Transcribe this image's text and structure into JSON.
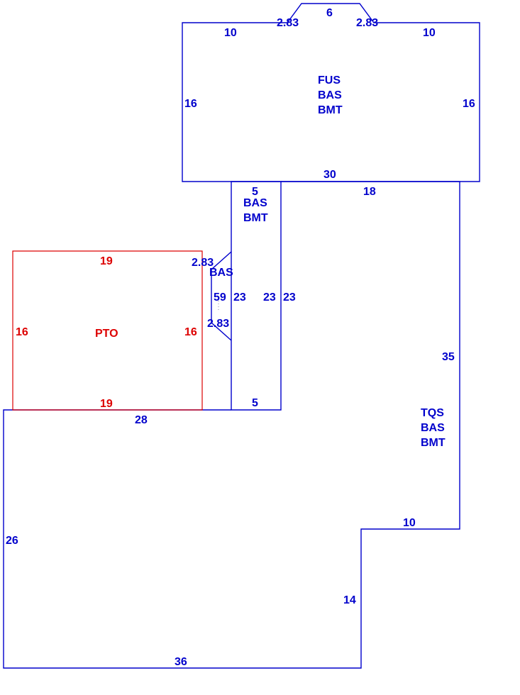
{
  "colors": {
    "structure": "#0000cc",
    "patio": "#dd0000",
    "background": "#ffffff"
  },
  "areas": {
    "upper": {
      "codes": [
        "FUS",
        "BAS",
        "BMT"
      ]
    },
    "connector": {
      "codes": [
        "BAS",
        "BMT"
      ]
    },
    "bay": {
      "codes": [
        "BAS"
      ]
    },
    "main": {
      "codes": [
        "TQS",
        "BAS",
        "BMT"
      ]
    },
    "patio": {
      "codes": [
        "PTO"
      ]
    }
  },
  "dimensions": {
    "upper_top_left": "10",
    "upper_bay_left": "2.83",
    "upper_bay_top": "6",
    "upper_bay_right": "2.83",
    "upper_top_right": "10",
    "upper_left": "16",
    "upper_right": "16",
    "upper_bottom": "30",
    "connector_top": "5",
    "main_top_right": "18",
    "bay_upper_diag": "2.83",
    "bay_side": "59",
    "connector_left": "23",
    "connector_right_inner": "23",
    "connector_right_outer": "23",
    "bay_lower_diag": "2.83",
    "connector_bottom": "5",
    "main_right": "35",
    "main_step_top": "10",
    "main_step_side": "14",
    "main_left": "26",
    "main_bottom": "36",
    "main_top_left": "28",
    "patio_top": "19",
    "patio_left": "16",
    "patio_right": "16",
    "patio_bottom": "19"
  }
}
